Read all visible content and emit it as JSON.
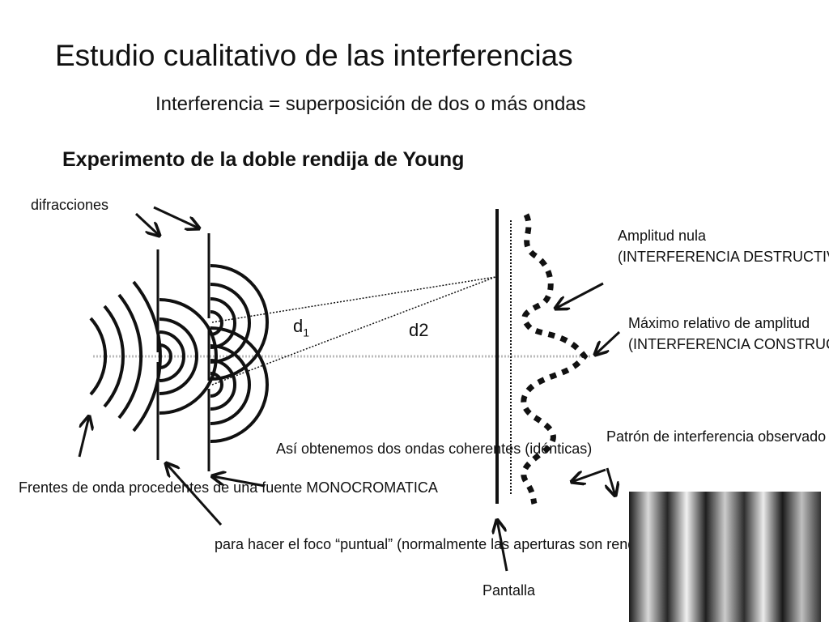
{
  "title": "Estudio cualitativo de las interferencias",
  "subtitle": "Interferencia = superposición de dos o más ondas",
  "heading": "Experimento de la doble rendija de Young",
  "labels": {
    "difracciones": "difracciones",
    "amplitud_nula_1": "Amplitud nula",
    "amplitud_nula_2": "(INTERFERENCIA DESTRUCTIVA)",
    "maximo_1": "Máximo relativo de amplitud",
    "maximo_2": "(INTERFERENCIA CONSTRUCTIVA)",
    "d1": "d",
    "d1_sub": "1",
    "d2": "d2",
    "patron": "Patrón de interferencia observado",
    "coherentes": "Así obtenemos dos ondas coherentes (idénticas)",
    "frentes": "Frentes de onda procedentes de una fuente MONOCROMATICA",
    "puntual": "para hacer el foco “puntual” (normalmente las aperturas son rendijas)",
    "pantalla": "Pantalla"
  },
  "colors": {
    "ink": "#111111",
    "axis_dotted": "#bbbbbb"
  },
  "fringe_pattern": {
    "stripes": [
      0.1,
      0.85,
      0.15,
      0.95,
      0.12,
      0.8,
      0.18,
      0.92,
      0.1,
      0.75,
      0.2
    ]
  }
}
